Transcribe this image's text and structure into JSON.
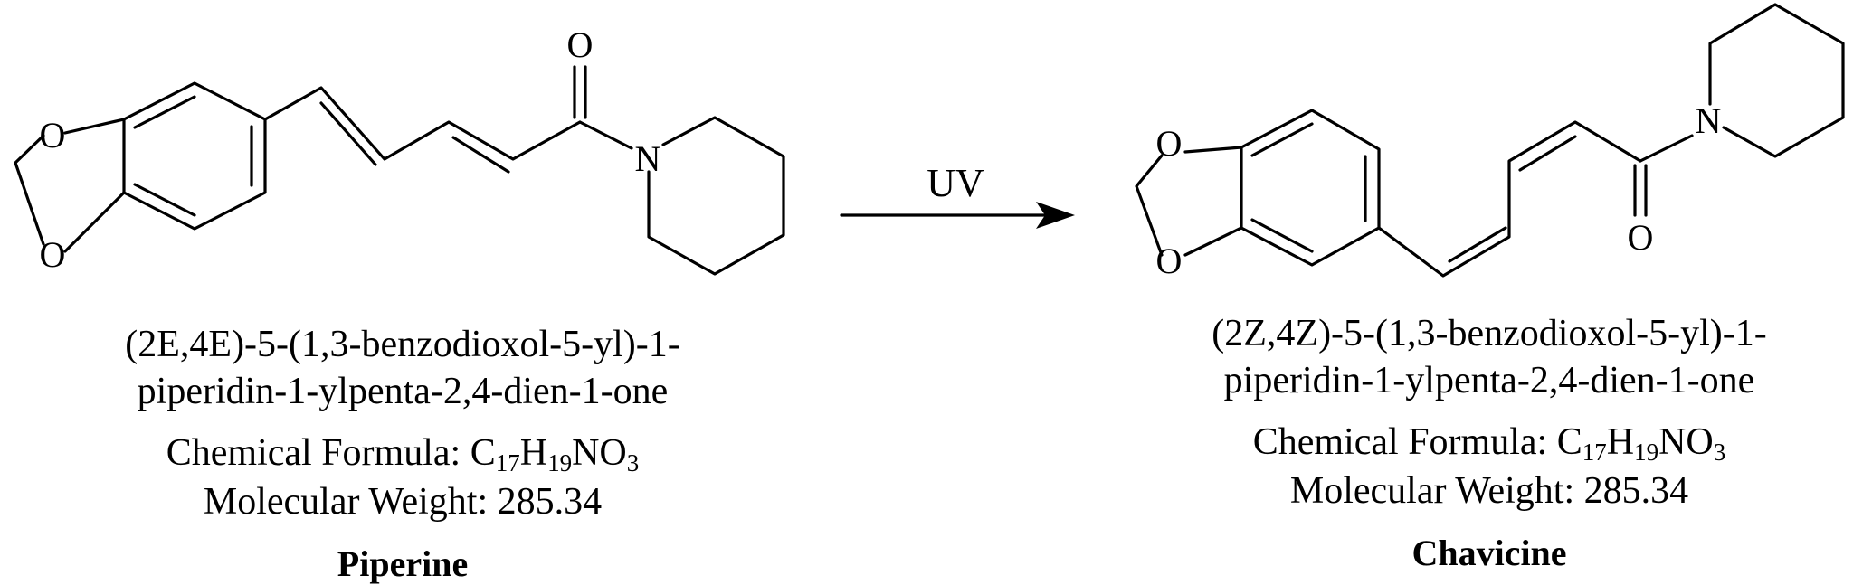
{
  "reaction": {
    "condition_label": "UV",
    "reactant": {
      "iupac_line1": "(2E,4E)-5-(1,3-benzodioxol-5-yl)-1-",
      "iupac_line2": "piperidin-1-ylpenta-2,4-dien-1-one",
      "formula_label": "Chemical Formula: ",
      "formula": {
        "c": "C",
        "c_n": "17",
        "h": "H",
        "h_n": "19",
        "n": "N",
        "o": "O",
        "o_n": "3"
      },
      "mw_label": "Molecular Weight: ",
      "mw_value": "285.34",
      "name": "Piperine",
      "atoms": {
        "o1": "O",
        "o2": "O",
        "carbonyl_o": "O",
        "n": "N"
      }
    },
    "product": {
      "iupac_line1": "(2Z,4Z)-5-(1,3-benzodioxol-5-yl)-1-",
      "iupac_line2": "piperidin-1-ylpenta-2,4-dien-1-one",
      "formula_label": "Chemical Formula: ",
      "formula": {
        "c": "C",
        "c_n": "17",
        "h": "H",
        "h_n": "19",
        "n": "N",
        "o": "O",
        "o_n": "3"
      },
      "mw_label": "Molecular Weight: ",
      "mw_value": "285.34",
      "name": "Chavicine",
      "atoms": {
        "o1": "O",
        "o2": "O",
        "carbonyl_o": "O",
        "n": "N"
      }
    }
  }
}
